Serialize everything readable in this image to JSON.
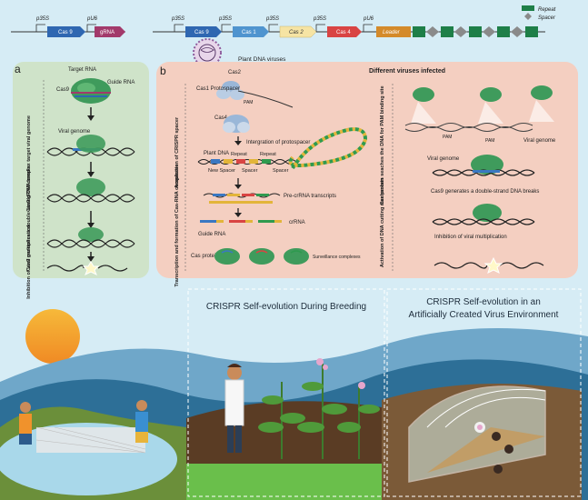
{
  "genes": {
    "promoter_35s": "p35S",
    "promoter_u6": "pU6",
    "cas9": "Cas 9",
    "grna": "gRNA",
    "cas1": "Cas 1",
    "cas2": "Cas 2",
    "cas4": "Cas 4",
    "leader": "Leader"
  },
  "legend": {
    "repeat": "Repeat",
    "spacer": "Spacer"
  },
  "virus_label": "Plant DNA viruses",
  "panel_a": {
    "letter": "a",
    "step1": "Cas9/gRNA complex target viral genome",
    "step2": "Cas9 generates a double-strand DNA breaks",
    "step3": "Inhibition of viral multiplication",
    "target_rna": "Target RNA",
    "guide_rna": "Guide RNA",
    "cas9": "Cas9",
    "viral_genome": "Viral genome"
  },
  "panel_b": {
    "letter": "b",
    "header": "Different viruses infected",
    "stage1": "Acquisition of CRISPR spacer",
    "stage2": "Transcription and formation of Cas-RNA complexes",
    "stage3": "Cas protein seaches the DNA for PAM binding site",
    "stage4": "Activation of DNA cutting mechanism",
    "cas2": "Cas2",
    "cas1_protospacer": "Cas1 Protospacer",
    "pam": "PAM",
    "cas4": "Cas4",
    "integration": "Intergration of protospacer",
    "plant_dna": "Plant DNA",
    "new_spacer": "New Spacer",
    "repeat": "Repeat",
    "spacer": "Spacer",
    "pre_crrna": "Pre-crRNA transcripts",
    "crrna": "crRNA",
    "guide_rna": "Guide RNA",
    "cas_protein": "Cas protein",
    "surveillance": "Surveillance complexes",
    "viral_genome": "Viral genome",
    "viral_genome_2": "Viral genome",
    "cas9_breaks": "Cas9 generates a double-strand DNA breaks",
    "inhibition": "Inhibition of viral multiplication",
    "pam_2": "PAM"
  },
  "scene": {
    "breeding_title": "CRISPR Self-evolution During Breeding",
    "virus_env_title_line1": "CRISPR Self-evolution in an",
    "virus_env_title_line2": "Artificially Created Virus Environment"
  },
  "colors": {
    "cas9": "#2f67b1",
    "grna": "#a23a6b",
    "cas1": "#4f94cf",
    "cas2": "#f6e4a4",
    "cas4": "#d94443",
    "leader": "#d48a2a",
    "repeat": "#1e7f48",
    "spacer": "#8a8a8a",
    "panel_a_bg": "#cfe3c9",
    "panel_b_bg": "#f4cfc1",
    "sky": "#d6ecf5"
  }
}
